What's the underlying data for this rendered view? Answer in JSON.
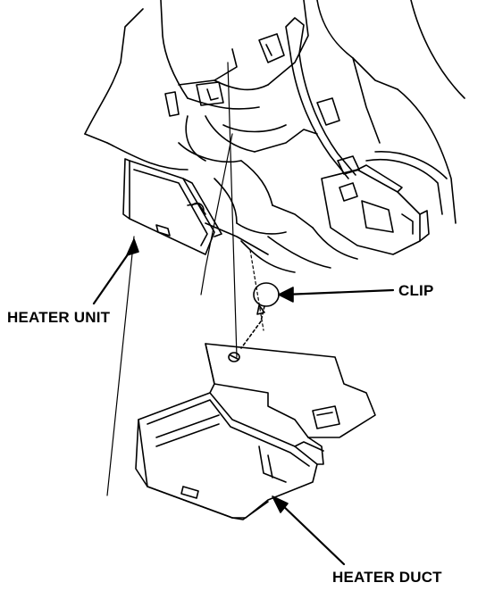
{
  "labels": {
    "heater_unit": "HEATER UNIT",
    "clip": "CLIP",
    "heater_duct": "HEATER DUCT"
  },
  "colors": {
    "ink": "#000000",
    "paper": "#ffffff"
  }
}
